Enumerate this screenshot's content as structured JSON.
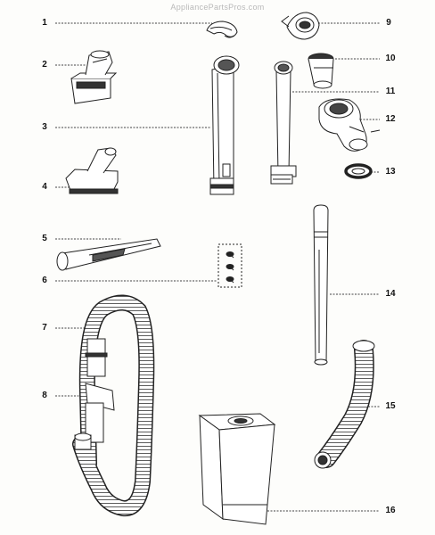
{
  "watermark": "AppliancePartsPros.com",
  "callouts": [
    "1",
    "2",
    "3",
    "4",
    "5",
    "6",
    "7",
    "8",
    "9",
    "10",
    "11",
    "12",
    "13",
    "14",
    "15",
    "16"
  ]
}
